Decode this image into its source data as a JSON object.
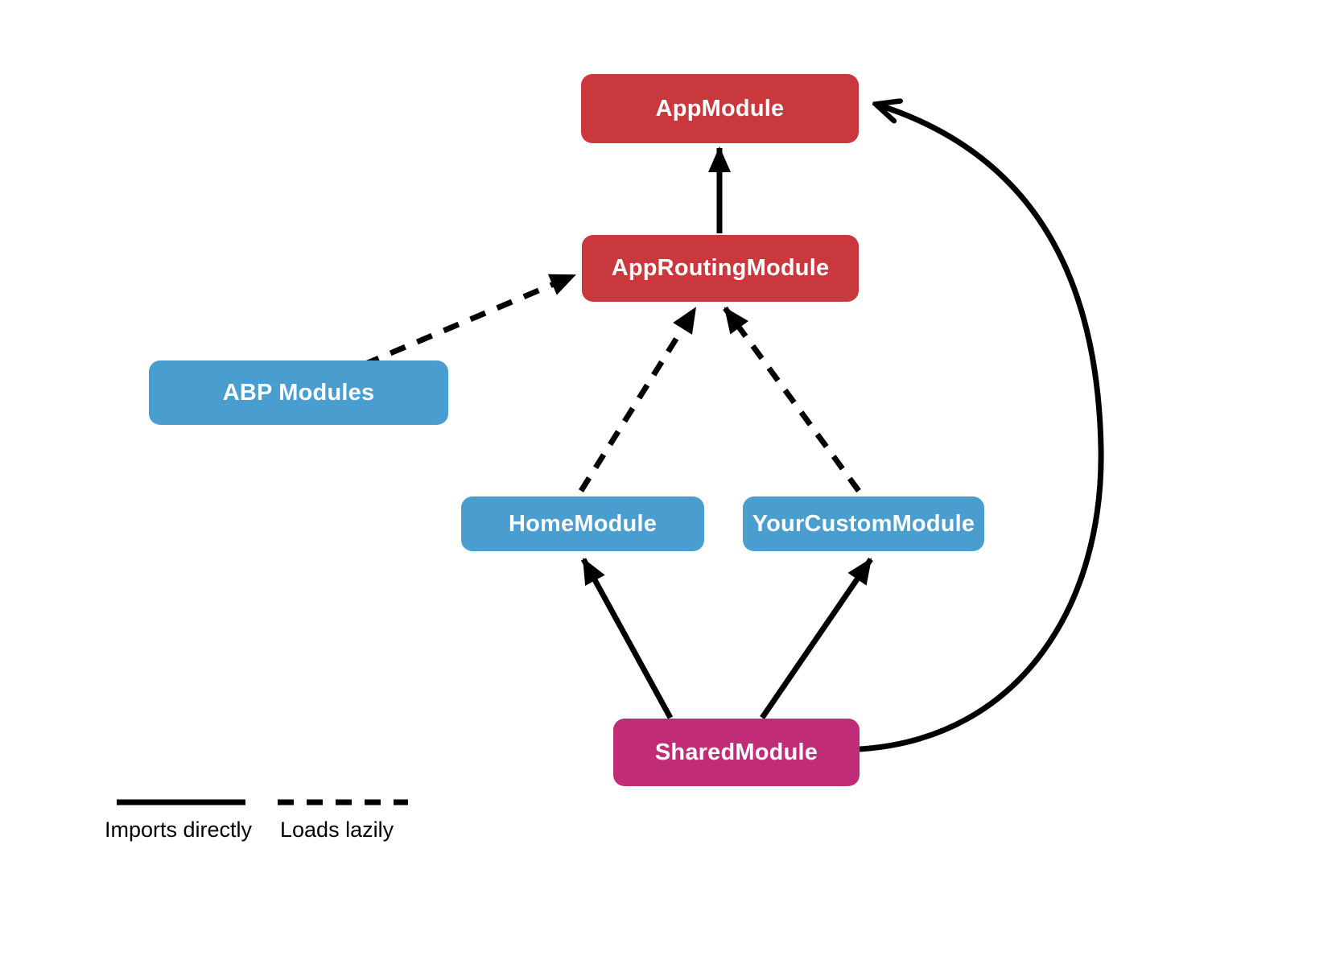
{
  "diagram": {
    "nodes": {
      "app_module": {
        "label": "AppModule",
        "color": "#c8383c"
      },
      "app_routing_module": {
        "label": "AppRoutingModule",
        "color": "#c8383c"
      },
      "abp_modules": {
        "label": "ABP Modules",
        "color": "#4a9ecf"
      },
      "home_module": {
        "label": "HomeModule",
        "color": "#4a9ecf"
      },
      "your_custom_module": {
        "label": "YourCustomModule",
        "color": "#4a9ecf"
      },
      "shared_module": {
        "label": "SharedModule",
        "color": "#c02c75"
      }
    },
    "edges": [
      {
        "from": "AppRoutingModule",
        "to": "AppModule",
        "type": "imports-directly"
      },
      {
        "from": "ABP Modules",
        "to": "AppRoutingModule",
        "type": "loads-lazily"
      },
      {
        "from": "HomeModule",
        "to": "AppRoutingModule",
        "type": "loads-lazily"
      },
      {
        "from": "YourCustomModule",
        "to": "AppRoutingModule",
        "type": "loads-lazily"
      },
      {
        "from": "SharedModule",
        "to": "HomeModule",
        "type": "imports-directly"
      },
      {
        "from": "SharedModule",
        "to": "YourCustomModule",
        "type": "imports-directly"
      },
      {
        "from": "SharedModule",
        "to": "AppModule",
        "type": "imports-directly"
      }
    ],
    "legend": {
      "solid_label": "Imports directly",
      "dashed_label": "Loads lazily"
    },
    "colors": {
      "arrow": "#000000",
      "node_text": "#ffffff",
      "legend_text": "#000000",
      "background": "#ffffff"
    }
  }
}
